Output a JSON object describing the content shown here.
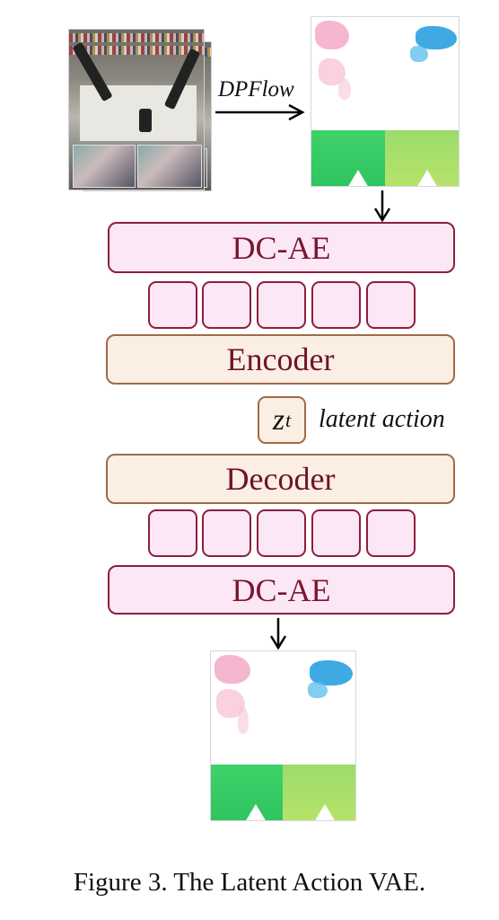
{
  "diagram": {
    "flow_label": "DPFlow",
    "encoder_top_label": "DC-AE",
    "encoder_label": "Encoder",
    "latent_symbol": "z",
    "latent_subscript": "t",
    "latent_label": "latent action",
    "decoder_label": "Decoder",
    "decoder_bottom_label": "DC-AE"
  },
  "caption": "Figure 3. The Latent Action VAE.",
  "colors": {
    "block_pink_fill": "#fbe7f6",
    "block_pink_border": "#8f1d3d",
    "block_tan_fill": "#fbeee3",
    "block_tan_border": "#a06a48",
    "block_text": "#7a1630"
  }
}
